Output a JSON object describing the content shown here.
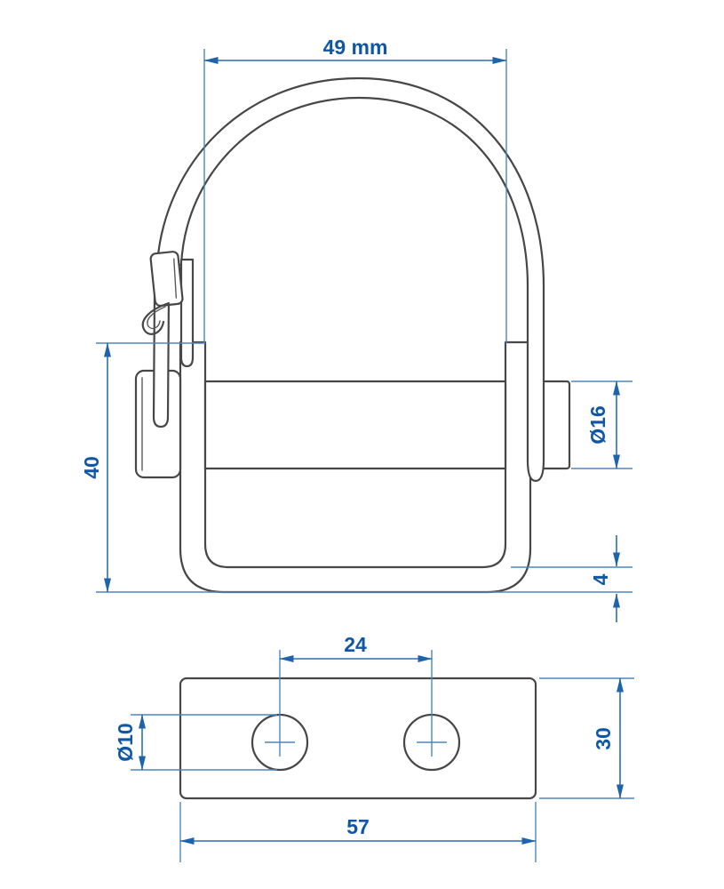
{
  "drawing": {
    "type": "technical-dimension-drawing",
    "views": {
      "front_view": "clamp bracket with bail hoop, locking latch pin and cross pin",
      "bottom_view": "mounting plate with two holes"
    },
    "colors": {
      "background": "#ffffff",
      "part_line": "#474747",
      "dimension_text": "#0f57a5",
      "dimension_line": "#4d85c3",
      "arrow": "#1f63ad"
    }
  },
  "dimensions": {
    "inner_width": "49 mm",
    "overall_height": "40",
    "pin_diameter": "Ø16",
    "material_thickness": "4",
    "hole_spacing": "24",
    "hole_diameter": "Ø10",
    "plate_depth": "30",
    "plate_width": "57"
  }
}
